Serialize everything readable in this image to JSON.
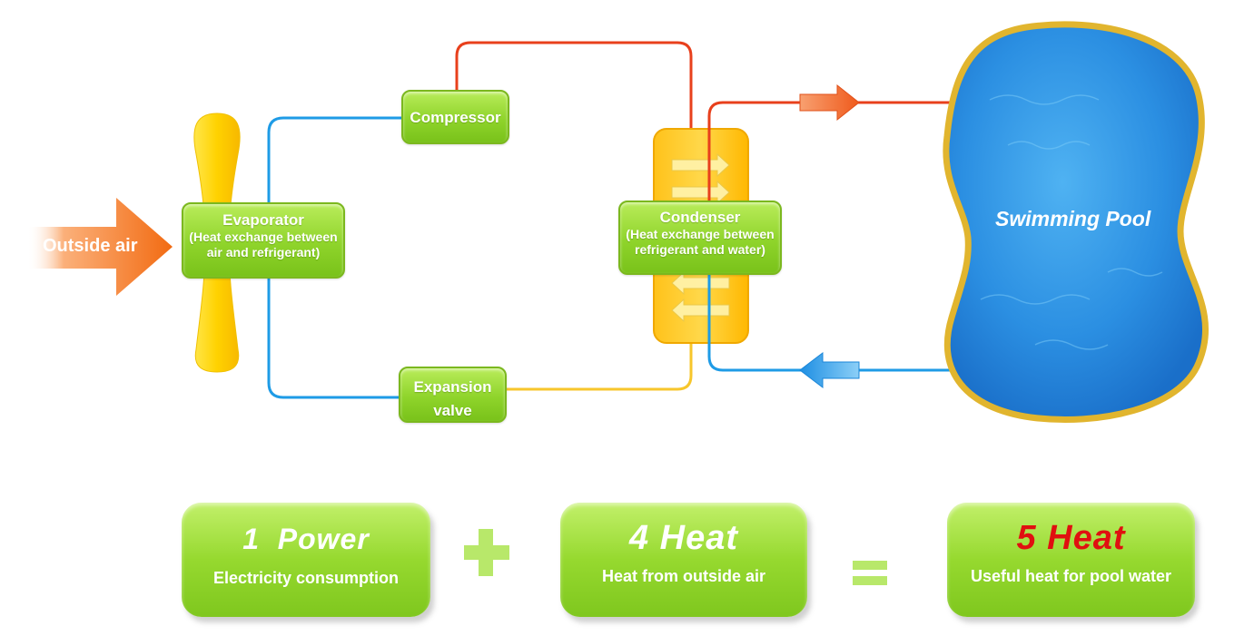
{
  "diagram": {
    "outside_air": "Outside air",
    "evaporator": {
      "title": "Evaporator",
      "subtitle": "(Heat exchange between air and refrigerant)"
    },
    "compressor": {
      "title": "Compressor"
    },
    "expansion_valve": {
      "title": "Expansion valve"
    },
    "condenser": {
      "title": "Condenser",
      "subtitle": "(Heat exchange between refrigerant and water)"
    },
    "pool": {
      "label": "Swimming Pool"
    }
  },
  "equation": {
    "power": {
      "value": "1  Power",
      "caption": "Electricity consumption"
    },
    "plus_symbol": "plus-icon",
    "heat_in": {
      "value": "4 Heat",
      "caption": "Heat from outside air"
    },
    "equals_symbol": "equals-icon",
    "heat_out": {
      "value": "5 Heat",
      "caption": "Useful heat for pool water"
    }
  },
  "colors": {
    "hot_line": "#e8401c",
    "cold_line": "#1e9be6",
    "warm_line": "#f7c62b",
    "box_green": "#8fd42b",
    "pool_blue": "#2c8be0",
    "pool_rim": "#e1b52e",
    "heat_out_text": "#e01010"
  }
}
